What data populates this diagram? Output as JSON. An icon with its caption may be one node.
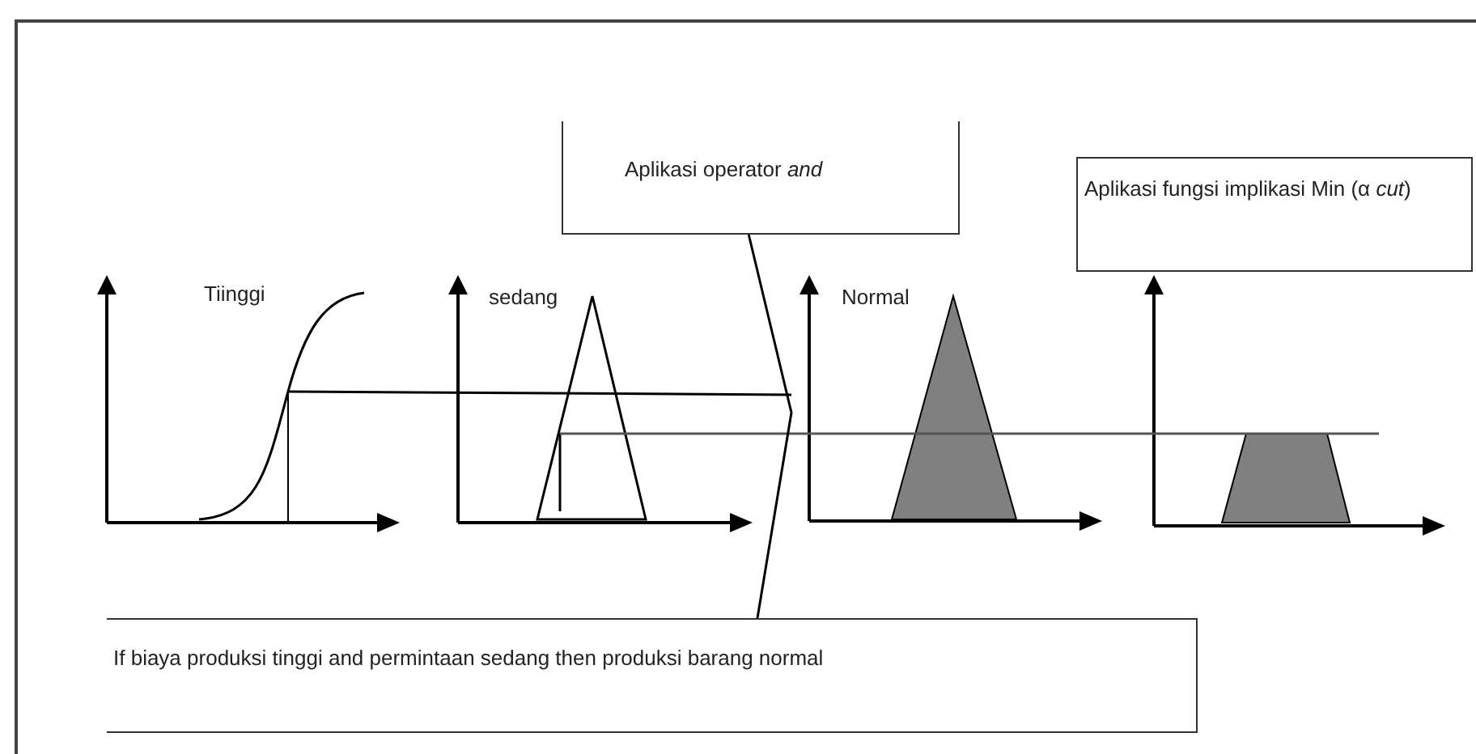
{
  "diagram": {
    "nodes": [
      {
        "text": [
          "Aplikasi operator *and*"
        ]
      },
      {
        "text": [
          "Aplikasi fungsi implikasi Min (α *cut*)"
        ]
      },
      {
        "text": [
          "If biaya produksi tinggi and permintaan sedang then produksi barang normal"
        ]
      }
    ],
    "edges": [
      {
        "from": 0,
        "to": 2,
        "arrow": "none"
      }
    ],
    "labels": [
      "Tiinggi",
      "sedang",
      "Normal"
    ]
  }
}
